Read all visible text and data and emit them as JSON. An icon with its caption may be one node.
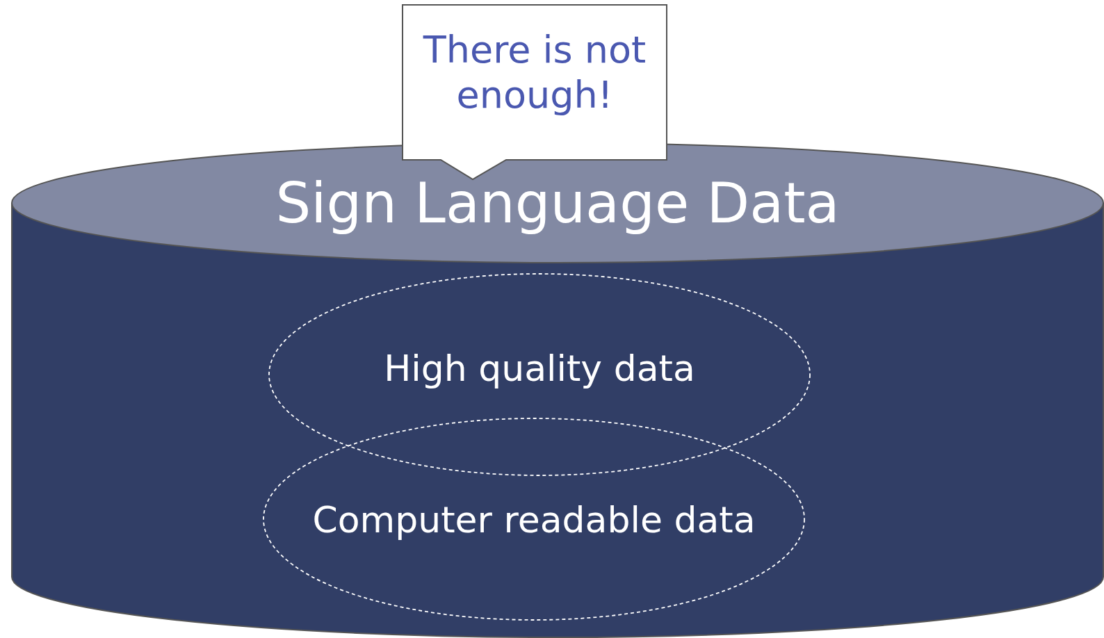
{
  "diagram": {
    "nodes": [
      {
        "text": [
          "There is not enough!"
        ]
      },
      {
        "text": [
          "Sign Language Data"
        ]
      },
      {
        "text": [
          "High quality data"
        ],
        "in": 1
      },
      {
        "text": [
          "Computer readable data"
        ],
        "in": 1
      }
    ],
    "edges": []
  }
}
